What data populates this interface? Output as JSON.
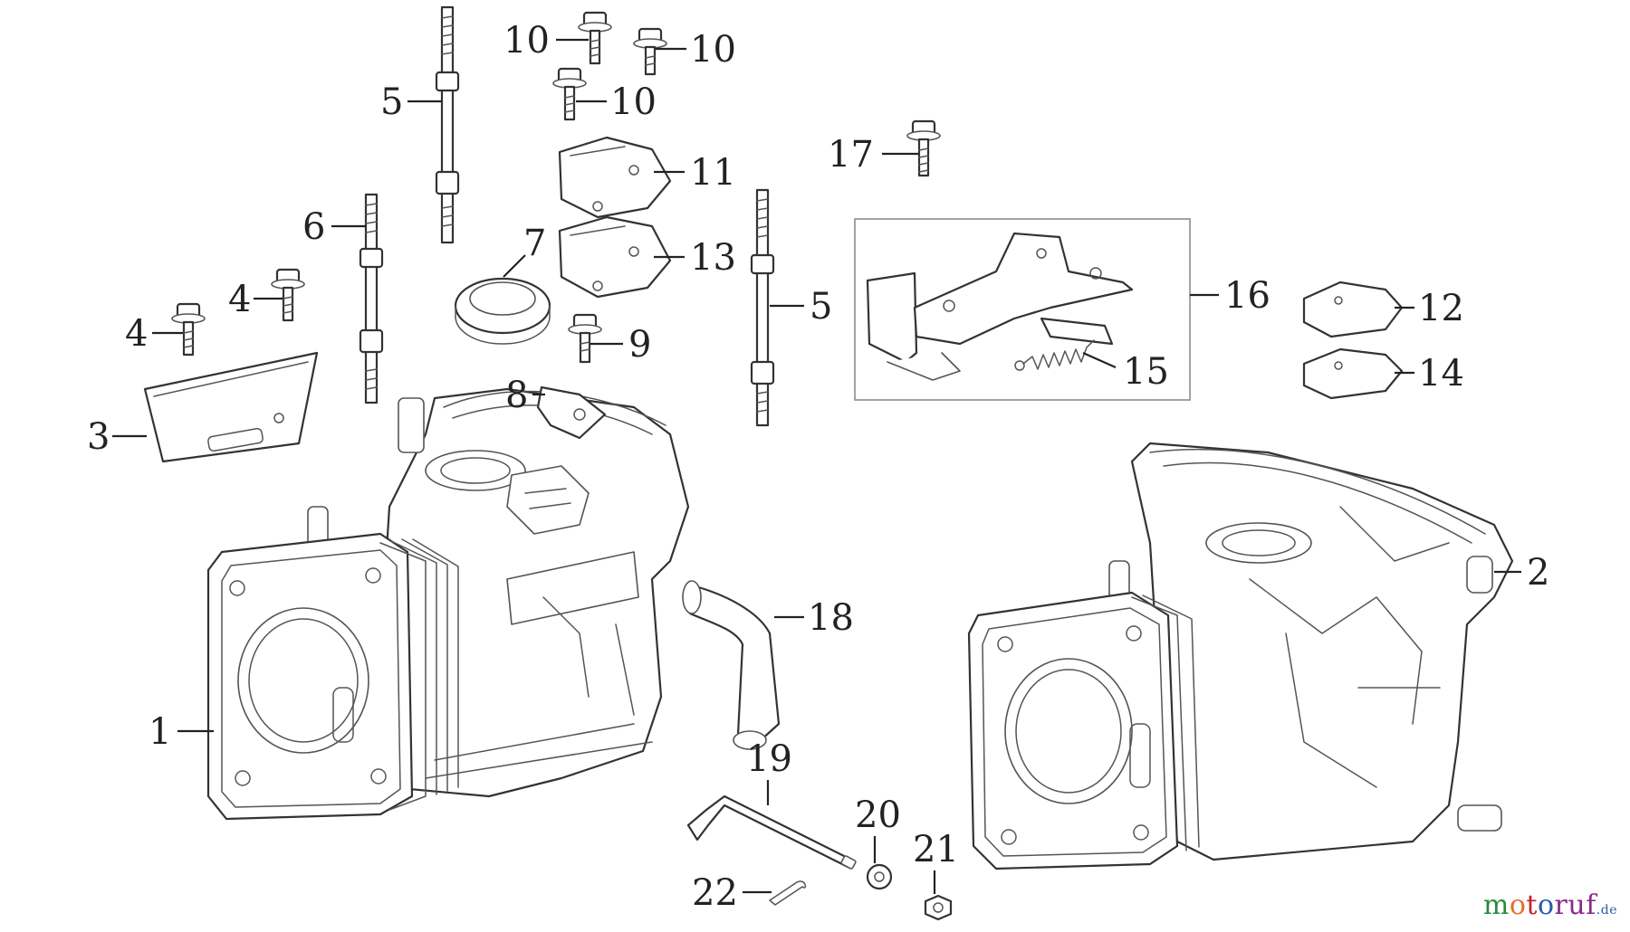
{
  "diagram": {
    "callouts": [
      {
        "key": "c1",
        "text": "1"
      },
      {
        "key": "c2",
        "text": "2"
      },
      {
        "key": "c3",
        "text": "3"
      },
      {
        "key": "c4a",
        "text": "4"
      },
      {
        "key": "c4b",
        "text": "4"
      },
      {
        "key": "c5a",
        "text": "5"
      },
      {
        "key": "c5b",
        "text": "5"
      },
      {
        "key": "c6",
        "text": "6"
      },
      {
        "key": "c7",
        "text": "7"
      },
      {
        "key": "c8",
        "text": "8"
      },
      {
        "key": "c9",
        "text": "9"
      },
      {
        "key": "c10a",
        "text": "10"
      },
      {
        "key": "c10b",
        "text": "10"
      },
      {
        "key": "c10c",
        "text": "10"
      },
      {
        "key": "c11",
        "text": "11"
      },
      {
        "key": "c12",
        "text": "12"
      },
      {
        "key": "c13",
        "text": "13"
      },
      {
        "key": "c14",
        "text": "14"
      },
      {
        "key": "c15",
        "text": "15"
      },
      {
        "key": "c16",
        "text": "16"
      },
      {
        "key": "c17",
        "text": "17"
      },
      {
        "key": "c18",
        "text": "18"
      },
      {
        "key": "c19",
        "text": "19"
      },
      {
        "key": "c20",
        "text": "20"
      },
      {
        "key": "c21",
        "text": "21"
      },
      {
        "key": "c22",
        "text": "22"
      }
    ]
  },
  "watermark": {
    "parts": [
      "m",
      "o",
      "t",
      "o",
      "ruf"
    ],
    "tld": ".de"
  }
}
